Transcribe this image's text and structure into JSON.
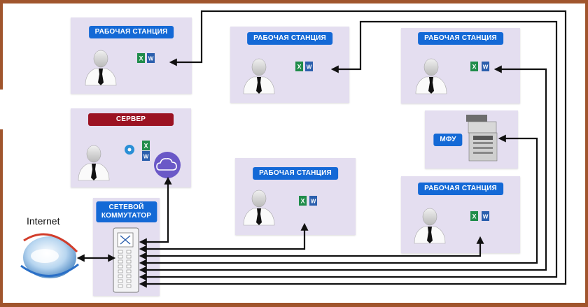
{
  "workstations": [
    {
      "label": "РАБОЧАЯ СТАНЦИЯ"
    },
    {
      "label": "РАБОЧАЯ СТАНЦИЯ"
    },
    {
      "label": "РАБОЧАЯ СТАНЦИЯ"
    },
    {
      "label": "РАБОЧАЯ СТАНЦИЯ"
    },
    {
      "label": "РАБОЧАЯ СТАНЦИЯ"
    }
  ],
  "server": {
    "label": "СЕРВЕР"
  },
  "switch": {
    "label_line1": "СЕТЕВОЙ",
    "label_line2": "КОММУТАТОР"
  },
  "mfu": {
    "label": "МФУ"
  },
  "internet": {
    "label": "Internet"
  },
  "colors": {
    "frame": "#a0552d",
    "panel": "#e4def0",
    "label_blue": "#1469d6",
    "label_red": "#9b1222",
    "lines": "#111111"
  },
  "icons": [
    "user-icon",
    "computer-icon",
    "excel-icon",
    "word-icon",
    "gear-icon",
    "cloud-icon",
    "network-switch-icon",
    "printer-icon",
    "globe-icon"
  ]
}
